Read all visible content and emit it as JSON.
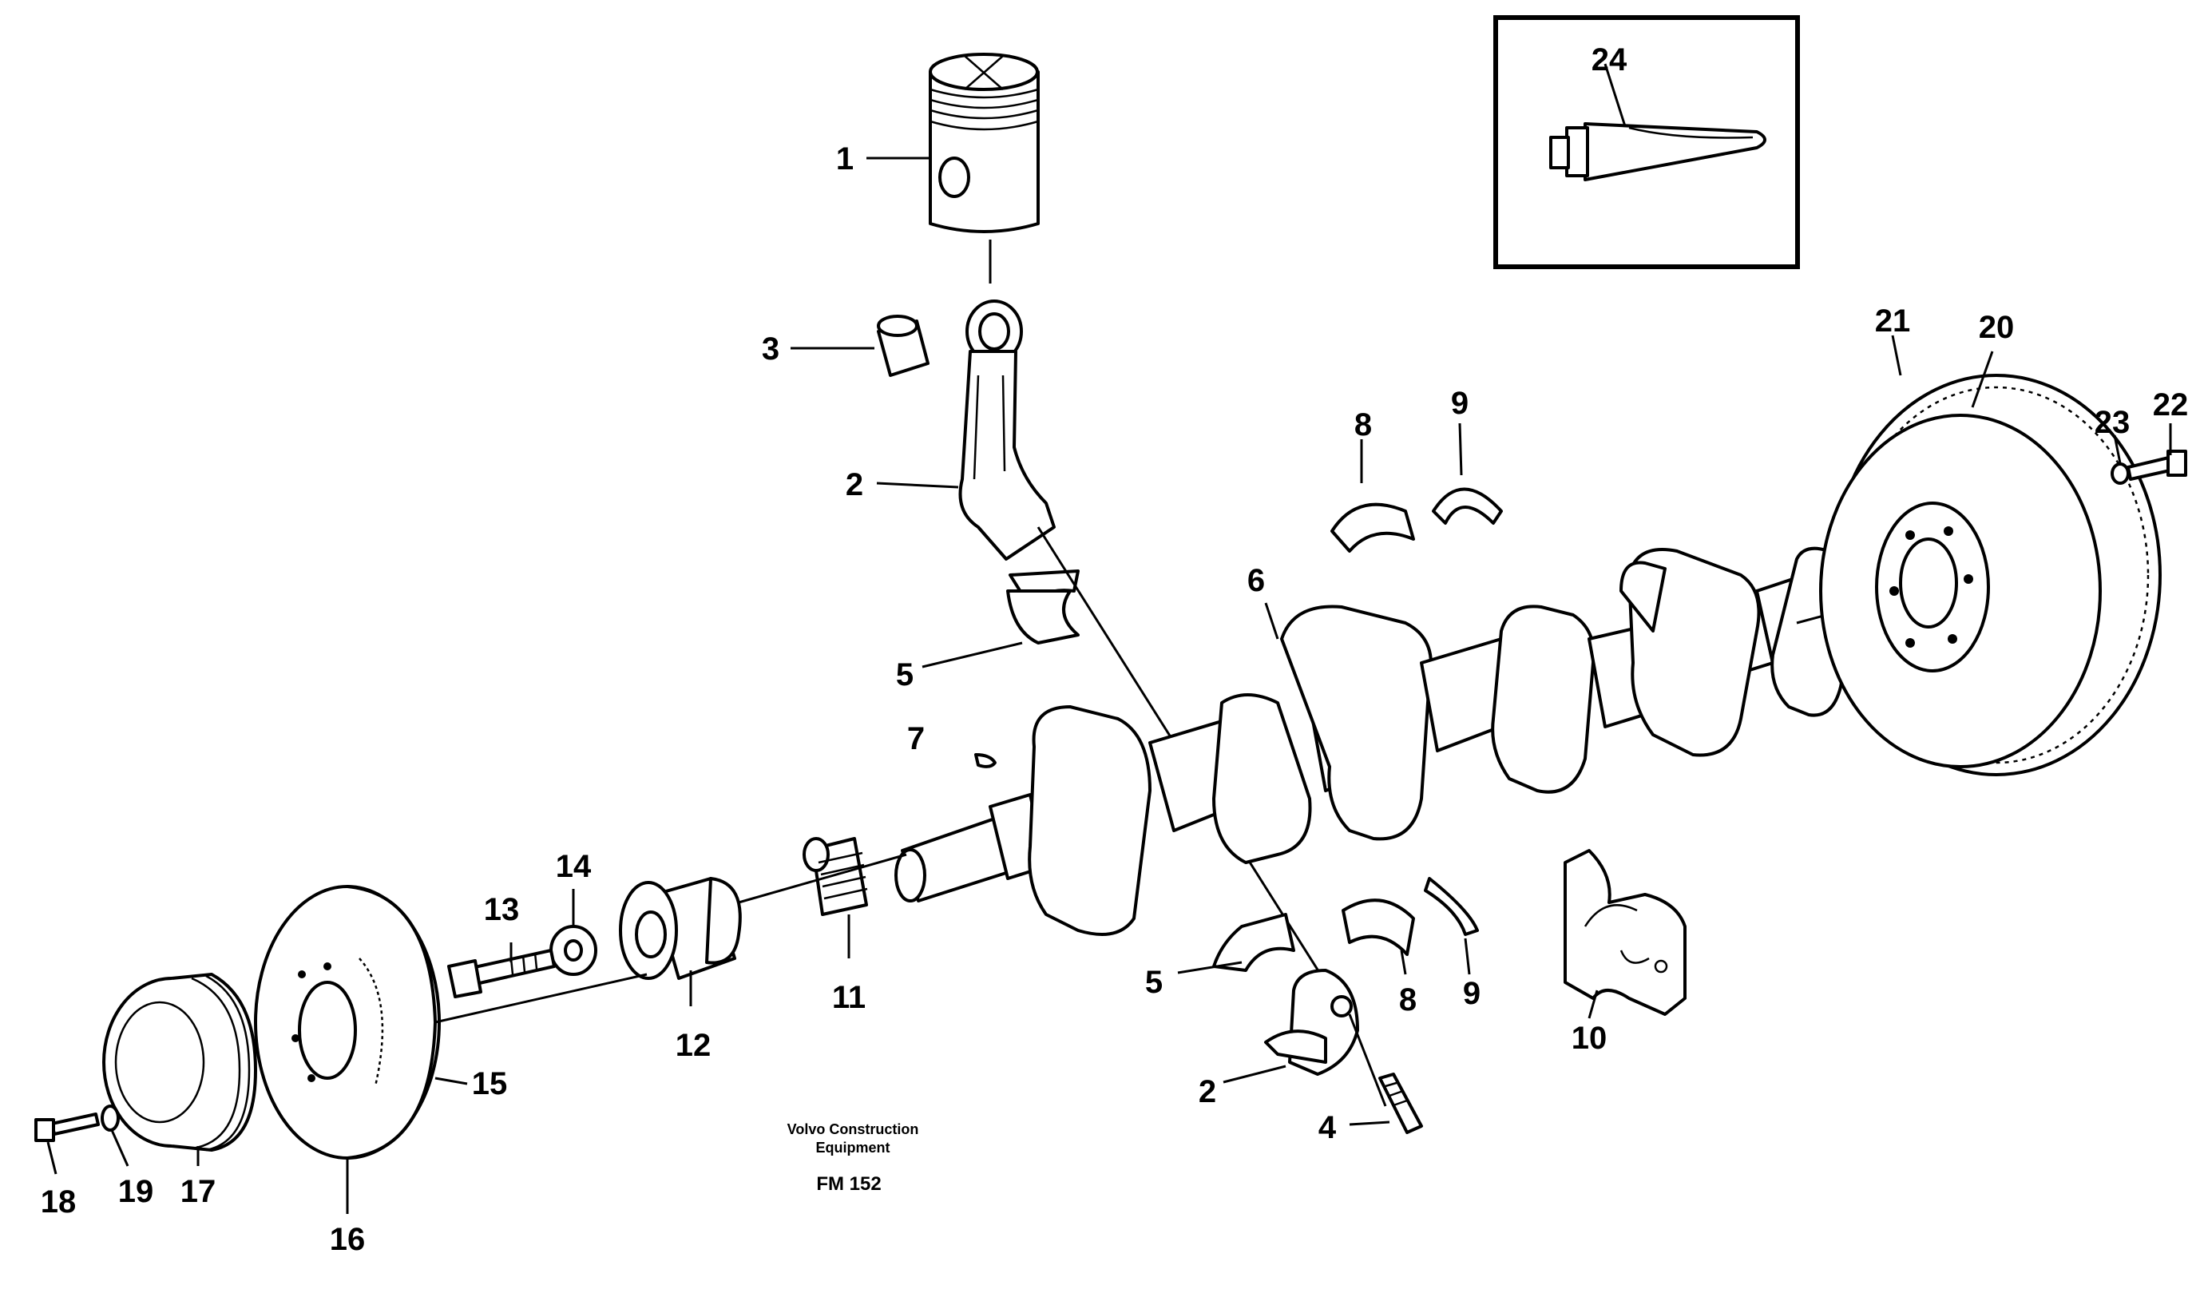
{
  "callouts": {
    "c1": "1",
    "c2a": "2",
    "c2b": "2",
    "c3": "3",
    "c4": "4",
    "c5a": "5",
    "c5b": "5",
    "c6": "6",
    "c7": "7",
    "c8a": "8",
    "c8b": "8",
    "c9a": "9",
    "c9b": "9",
    "c10": "10",
    "c11": "11",
    "c12": "12",
    "c13": "13",
    "c14": "14",
    "c15": "15",
    "c16": "16",
    "c17": "17",
    "c18": "18",
    "c19": "19",
    "c20": "20",
    "c21": "21",
    "c22": "22",
    "c23": "23",
    "c24": "24"
  },
  "caption": {
    "line1": "Volvo Construction",
    "line2": "Equipment",
    "code": "FM 152"
  }
}
